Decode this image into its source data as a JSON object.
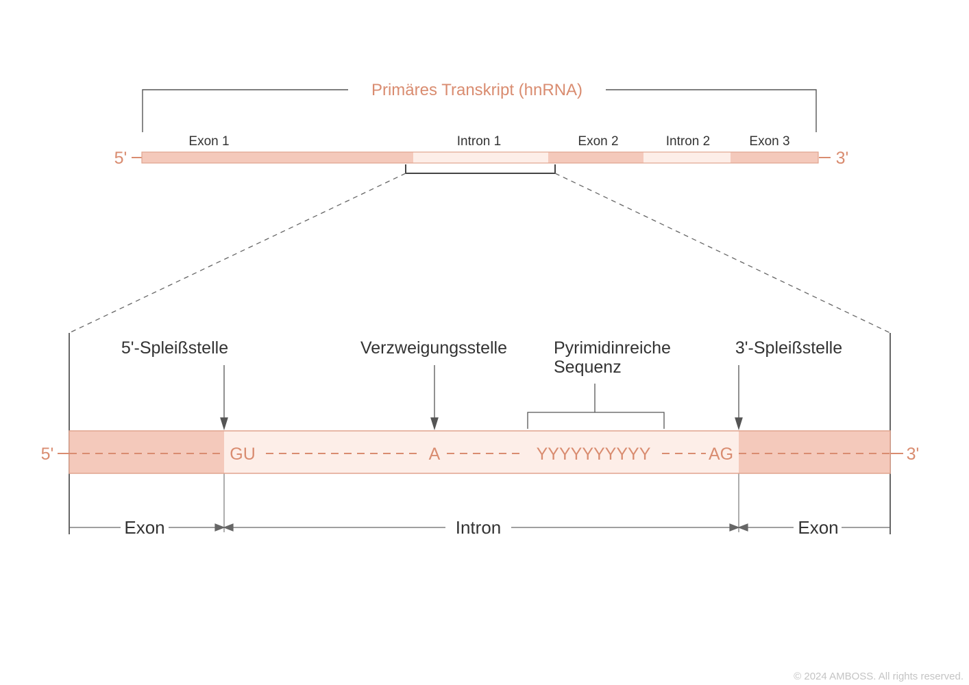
{
  "top": {
    "title": "Primäres Transkript (hnRNA)",
    "end_5": "5'",
    "end_3": "3'",
    "segments": [
      {
        "label": "Exon 1",
        "kind": "exon"
      },
      {
        "label": "Intron 1",
        "kind": "intron"
      },
      {
        "label": "Exon 2",
        "kind": "exon"
      },
      {
        "label": "Intron 2",
        "kind": "intron"
      },
      {
        "label": "Exon 3",
        "kind": "exon"
      }
    ]
  },
  "detail": {
    "labels": {
      "splice5": "5'-Spleißstelle",
      "branch": "Verzweigungsstelle",
      "pyrimidine_line1": "Pyrimidinreiche",
      "pyrimidine_line2": "Sequenz",
      "splice3": "3'-Spleißstelle"
    },
    "sequence": {
      "end_5": "5'",
      "gu": "GU",
      "a": "A",
      "pyrimidines": "YYYYYYYYYY",
      "ag": "AG",
      "end_3": "3'"
    },
    "dimensions": {
      "exon_left": "Exon",
      "intron": "Intron",
      "exon_right": "Exon"
    }
  },
  "colors": {
    "accent": "#d98c70",
    "exon_fill": "#f4c9bb",
    "intron_fill": "#fdeee8",
    "line": "#555555",
    "text": "#333333"
  },
  "footer": {
    "copyright": "© 2024 AMBOSS. All rights reserved."
  }
}
